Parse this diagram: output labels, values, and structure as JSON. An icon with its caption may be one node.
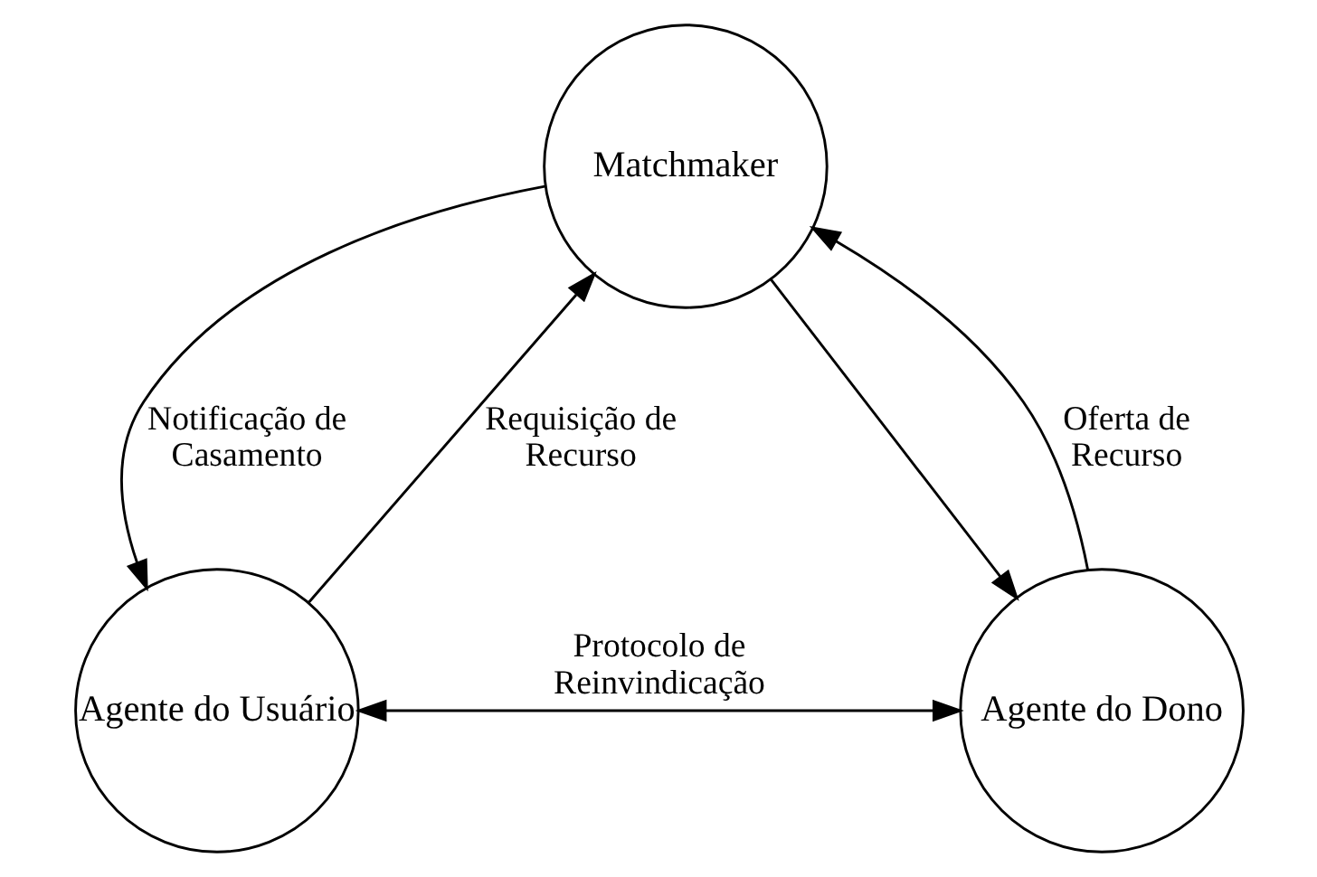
{
  "diagram": {
    "nodes": [
      {
        "text": [
          "Matchmaker"
        ]
      },
      {
        "text": [
          "Agente do Usuário"
        ]
      },
      {
        "text": [
          "Agente do Dono"
        ]
      }
    ],
    "edges": [
      {
        "from": 1,
        "to": 0,
        "arrow": "to",
        "label": "Requisição de Recurso"
      },
      {
        "from": 0,
        "to": 1,
        "arrow": "to",
        "label": "Notificação de Casamento"
      },
      {
        "from": 0,
        "to": 2,
        "arrow": "to"
      },
      {
        "from": 2,
        "to": 0,
        "arrow": "to",
        "label": "Oferta de Recurso"
      },
      {
        "from": 1,
        "to": 2,
        "arrow": "both",
        "label": "Protocolo de Reinvindicação"
      }
    ]
  }
}
